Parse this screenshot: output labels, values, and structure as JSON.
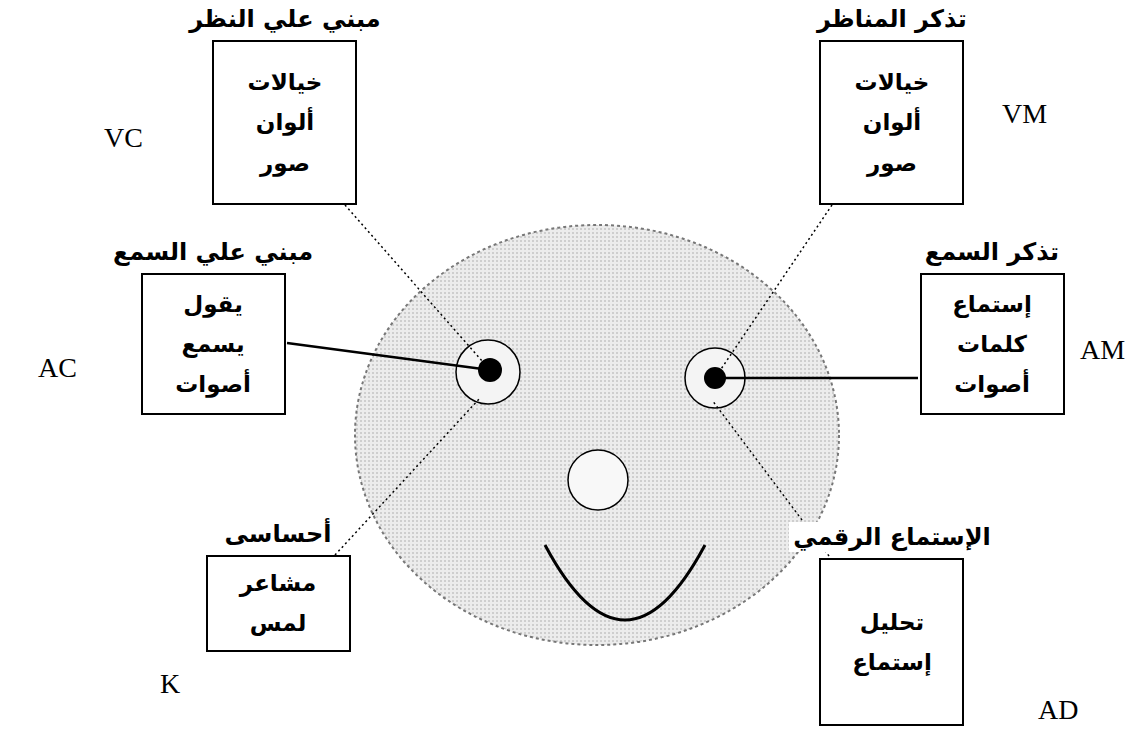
{
  "diagram": {
    "nodes": [
      {
        "text": [
          "تذكر المناظر",
          "خيالات ألوان صور"
        ]
      },
      {
        "text": [
          "مبني علي النظر",
          "خيالات ألوان صور"
        ]
      },
      {
        "text": [
          "تذكر السمع",
          "إستماع كلمات أصوات"
        ]
      },
      {
        "text": [
          "مبني علي السمع",
          "يقول يسمع أصوات"
        ]
      },
      {
        "text": [
          "الإستماع الرقمي",
          "تحليل إستماع"
        ]
      },
      {
        "text": [
          "أحساسى",
          "مشاعر لمس"
        ]
      }
    ],
    "labels": [
      "VM",
      "VC",
      "AM",
      "AC",
      "AD",
      "K"
    ]
  }
}
